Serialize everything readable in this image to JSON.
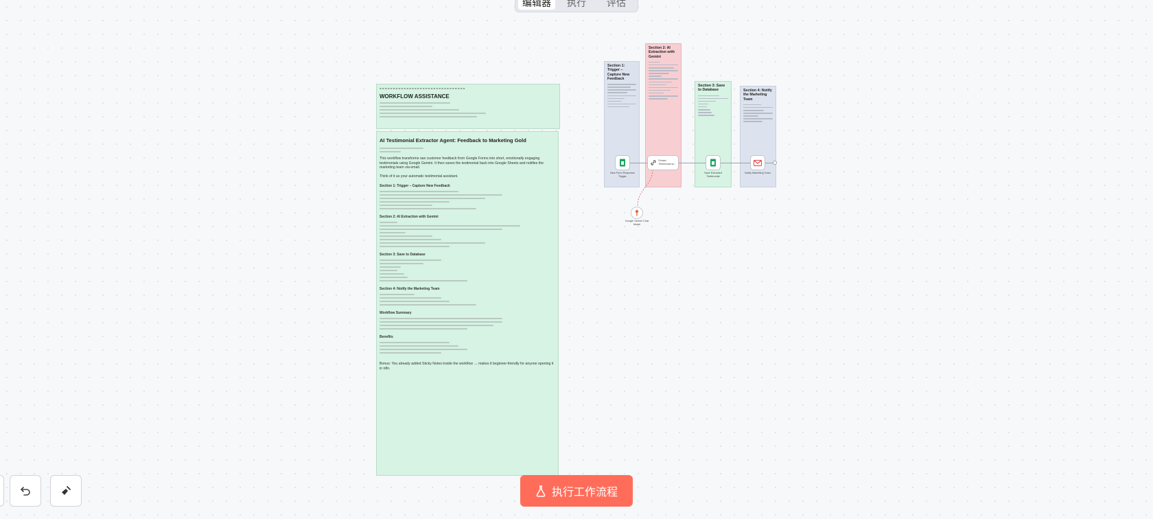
{
  "tabs": [
    {
      "label": "编辑器",
      "active": true
    },
    {
      "label": "执行",
      "active": false
    },
    {
      "label": "评估",
      "active": false
    }
  ],
  "assistant_note": {
    "bar": "================================",
    "title": "WORKFLOW ASSISTANCE"
  },
  "doc_note": {
    "title": "AI Testimonial Extractor Agent: Feedback to Marketing Gold",
    "intro": "This workflow transforms raw customer feedback from Google Forms into short, emotionally engaging testimonials using Google Gemini. It then saves the testimonial back into Google Sheets and notifies the marketing team via email.",
    "think": "Think of it as your automatic testimonial assistant.",
    "sections": [
      "Section 1: Trigger – Capture New Feedback",
      "Section 2: AI Extraction with Gemini",
      "Section 3: Save to Database",
      "Section 4: Notify the Marketing Team",
      "Workflow Summary",
      "Benefits"
    ],
    "bonus": "Bonus: You already added Sticky Notes inside the workflow → makes it beginner-friendly for anyone opening it in n8n."
  },
  "section_notes": [
    {
      "title": "Section 1: Trigger – Capture New Feedback",
      "color": "#dde3ee"
    },
    {
      "title": "Section 2: AI Extraction with Gemini",
      "color": "#f7cfd3"
    },
    {
      "title": "Section 3: Save to Database",
      "color": "#d6f3e4"
    },
    {
      "title": "Section 4: Notify the Marketing Team",
      "color": "#dde3ee"
    }
  ],
  "nodes": {
    "trigger": {
      "label": "New Form Response Trigger",
      "icon": "google-sheets-icon"
    },
    "extract": {
      "label": "Extract Testimonial wi...",
      "icon": "link-icon"
    },
    "save": {
      "label": "Save Extracted Testimonial",
      "icon": "google-sheets-icon"
    },
    "notify": {
      "label": "Notify Marketing Team",
      "icon": "gmail-icon"
    },
    "model": {
      "label": "Google Gemini Chat Model",
      "icon": "gemini-icon"
    }
  },
  "controls": {
    "execute_label": "执行工作流程"
  },
  "colors": {
    "accent": "#ff6d5a",
    "note_green": "#d6f3e4",
    "note_pink": "#f7cfd3",
    "note_blue": "#dde3ee"
  }
}
